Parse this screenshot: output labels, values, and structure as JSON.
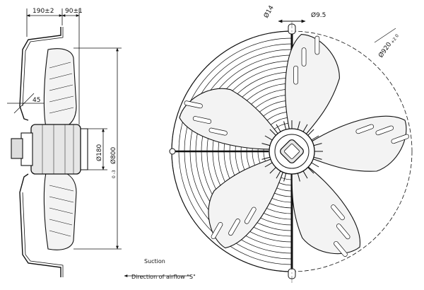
{
  "dimensions": {
    "top_left": "190±2",
    "top_right": "90±1",
    "angle": "45",
    "hub_diameter": "Ø180",
    "overall_diameter": "Ø800",
    "overall_diameter_tol": "0 -3",
    "mount_hole": "Ø14",
    "bar_diameter": "Ø9.5",
    "guard_diameter": "Ø920",
    "guard_diameter_tol": "+2 0"
  },
  "labels": {
    "suction": "Suction",
    "airflow": "Direction of airflow \"S\""
  },
  "colors": {
    "line": "#111111",
    "blade_fill": "#f3f3f3",
    "motor_fill": "#e6e6e6"
  }
}
